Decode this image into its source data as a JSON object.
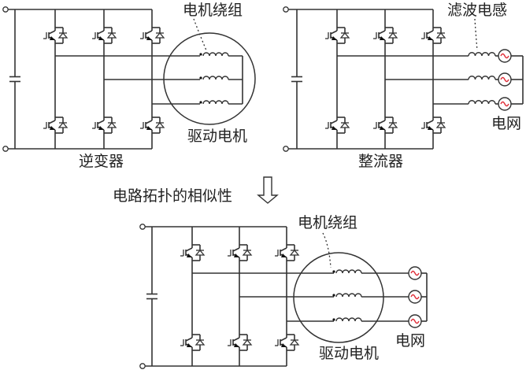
{
  "figure": {
    "inverter": {
      "title": "逆变器",
      "motor_label": "驱动电机",
      "winding_label": "电机绕组"
    },
    "rectifier": {
      "title": "整流器",
      "inductor_label": "滤波电感",
      "grid_label": "电网"
    },
    "transition": {
      "label": "电路拓扑的相似性",
      "arrow_icon": "down-arrow-icon"
    },
    "combined": {
      "winding_label": "电机绕组",
      "motor_label": "驱动电机",
      "grid_label": "电网"
    },
    "colors": {
      "line": "#333333",
      "ac_source_wave": "#e0303a"
    },
    "components": {
      "switch_legs": 3,
      "phases": 3,
      "igbt_per_leg": 2
    }
  }
}
